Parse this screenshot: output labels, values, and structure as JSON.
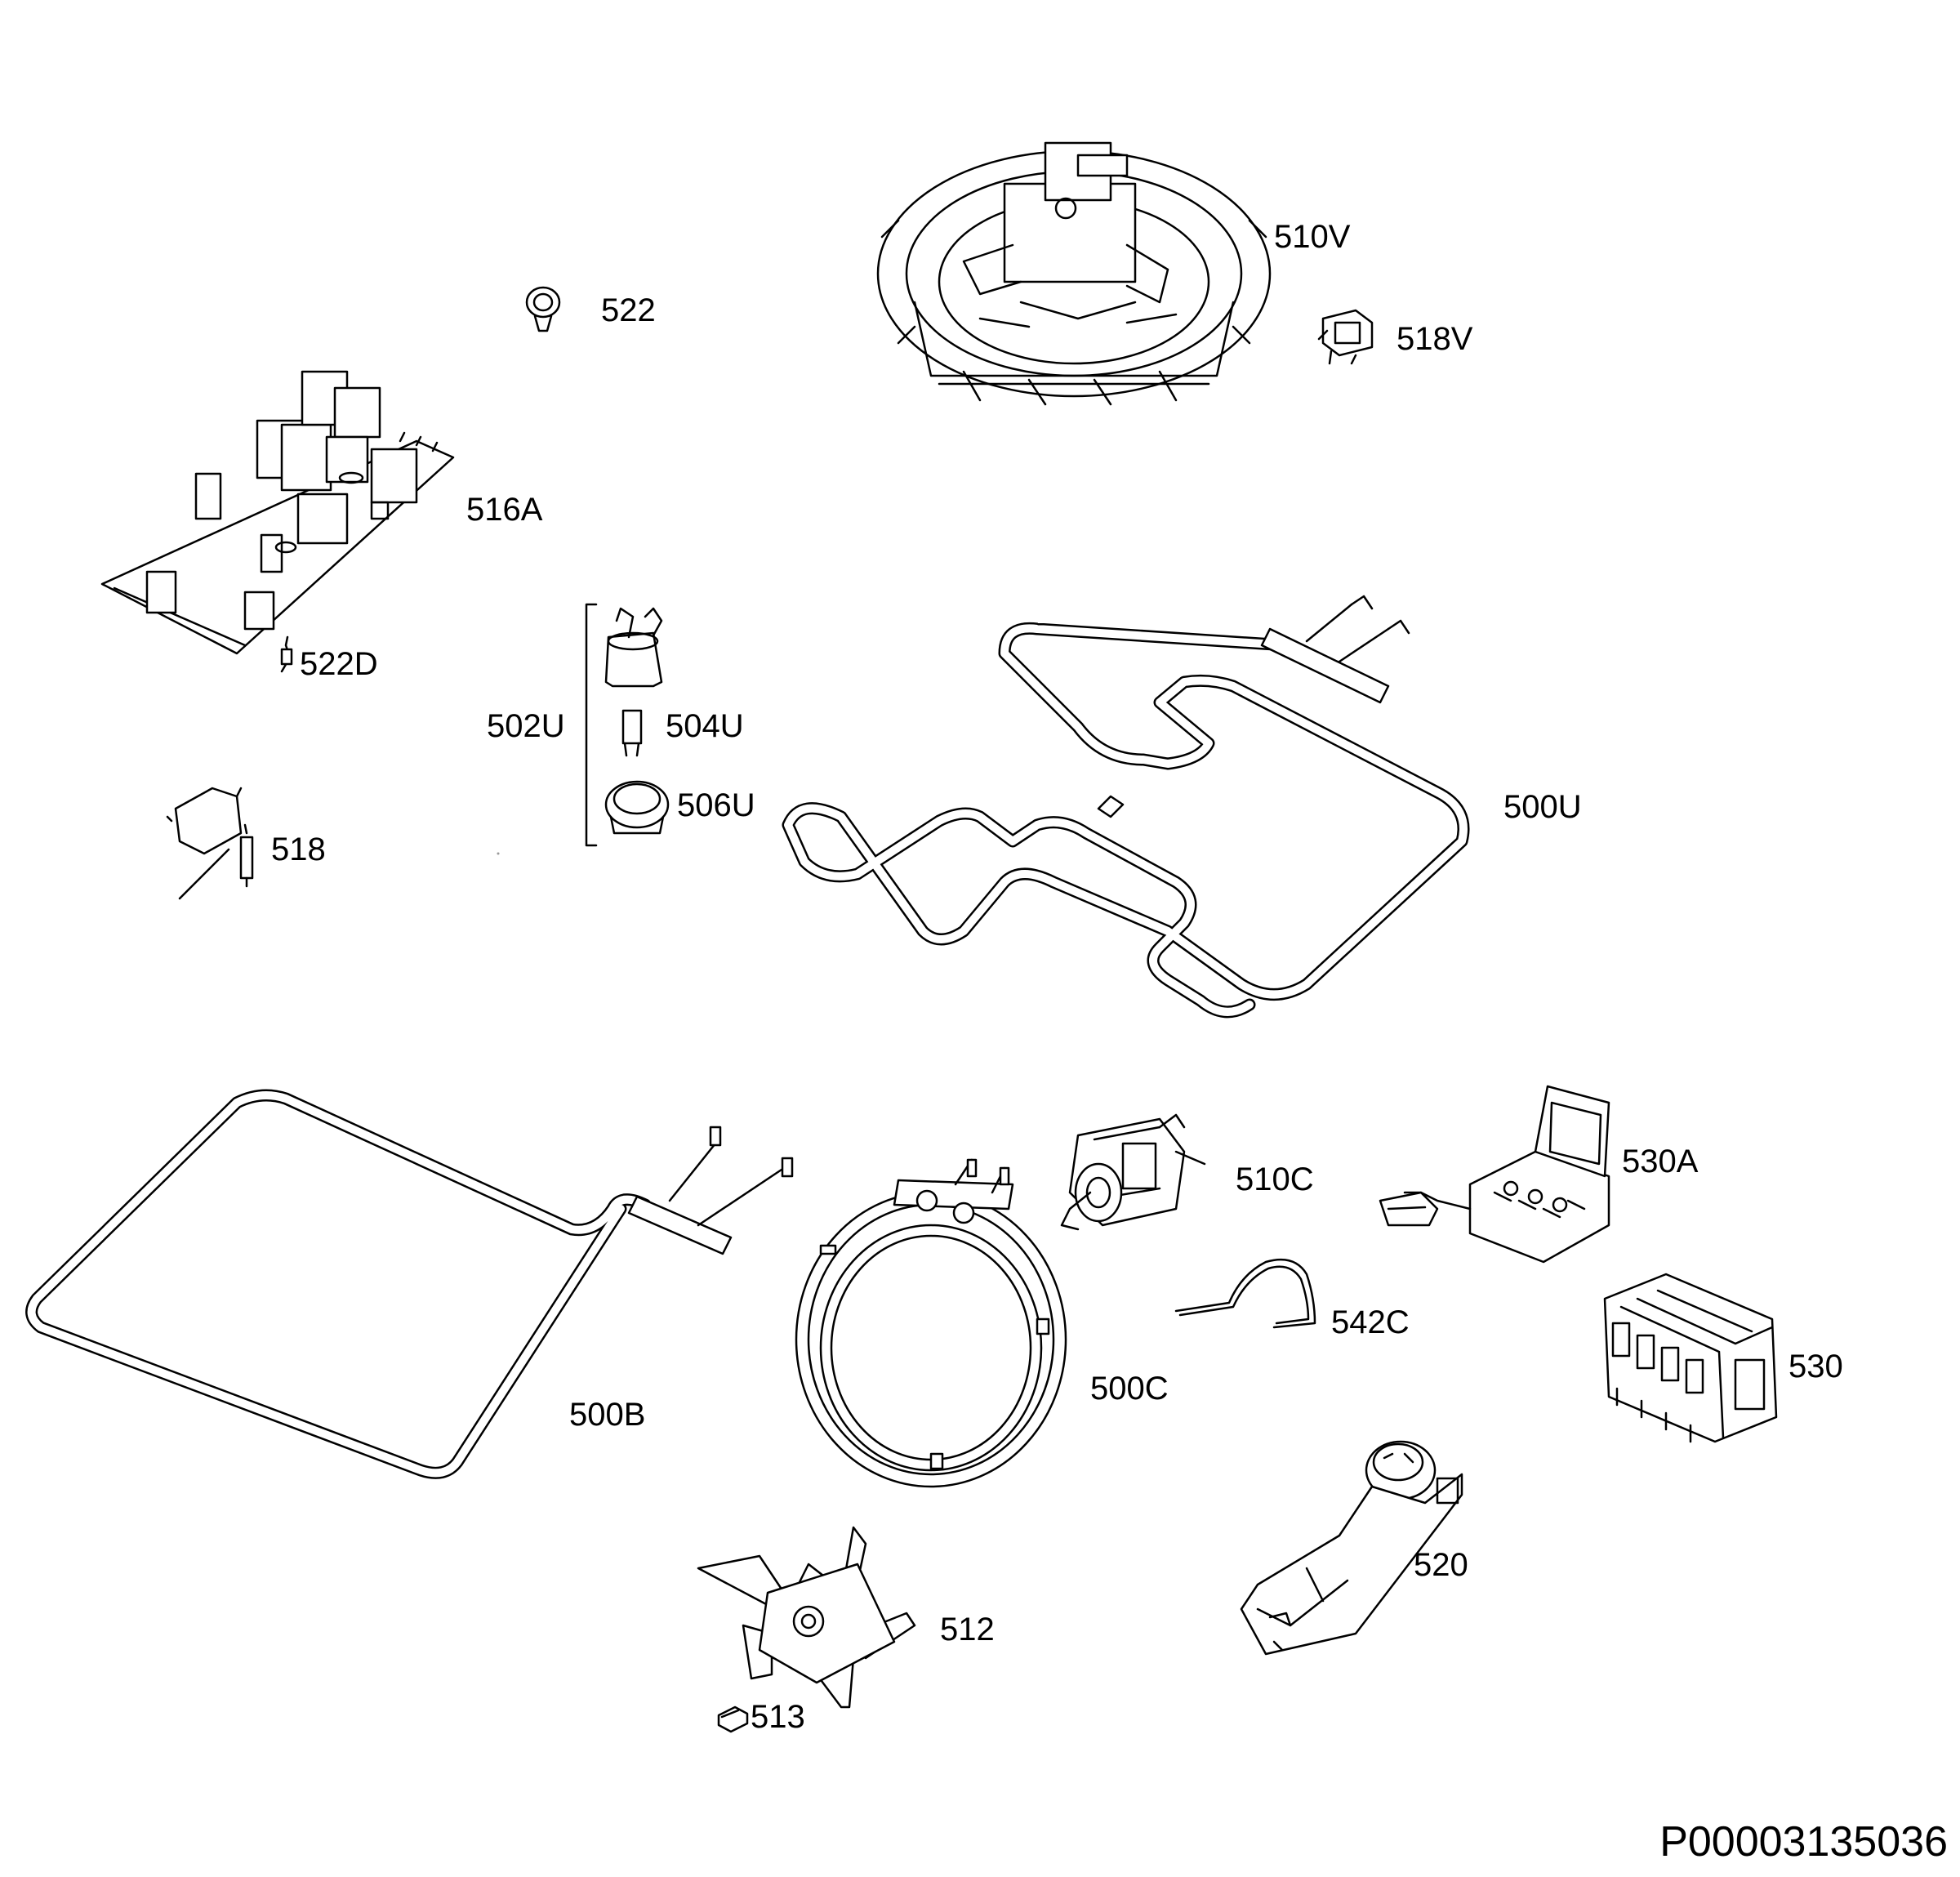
{
  "document_code": "P00003135036",
  "parts": [
    {
      "id": "p510V",
      "label": "510V",
      "icon": "fan-motor-housing-icon"
    },
    {
      "id": "p522",
      "label": "522",
      "icon": "clip-icon"
    },
    {
      "id": "p518V",
      "label": "518V",
      "icon": "thermostat-icon"
    },
    {
      "id": "p516A",
      "label": "516A",
      "icon": "circuit-board-icon"
    },
    {
      "id": "p522D",
      "label": "522D",
      "icon": "fuse-icon"
    },
    {
      "id": "p502U",
      "label": "502U",
      "icon": "lamp-assembly-bracket-icon"
    },
    {
      "id": "p504U",
      "label": "504U",
      "icon": "lamp-bulb-icon"
    },
    {
      "id": "p506U",
      "label": "506U",
      "icon": "lamp-cover-icon"
    },
    {
      "id": "p500U",
      "label": "500U",
      "icon": "top-heating-element-icon"
    },
    {
      "id": "p518",
      "label": "518",
      "icon": "door-switch-icon"
    },
    {
      "id": "p500B",
      "label": "500B",
      "icon": "bottom-heating-element-icon"
    },
    {
      "id": "p510C",
      "label": "510C",
      "icon": "cooling-fan-motor-icon"
    },
    {
      "id": "p530A",
      "label": "530A",
      "icon": "terminal-block-icon"
    },
    {
      "id": "p542C",
      "label": "542C",
      "icon": "spring-clip-icon"
    },
    {
      "id": "p530",
      "label": "530",
      "icon": "relay-module-icon"
    },
    {
      "id": "p500C",
      "label": "500C",
      "icon": "circular-heating-element-icon"
    },
    {
      "id": "p520",
      "label": "520",
      "icon": "timer-icon"
    },
    {
      "id": "p512",
      "label": "512",
      "icon": "fan-blade-icon"
    },
    {
      "id": "p513",
      "label": "513",
      "icon": "nut-icon"
    }
  ]
}
